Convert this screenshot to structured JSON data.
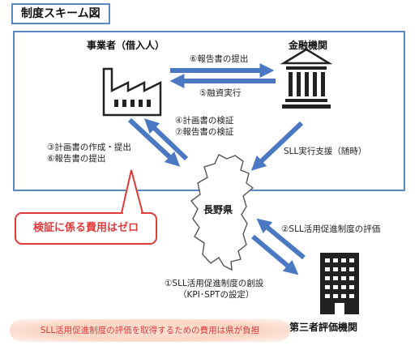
{
  "title": "制度スキーム図",
  "nodes": {
    "borrower": "事業者（借入人）",
    "bank": "金融機関",
    "prefecture": "長野県",
    "third_party": "第三者評価機関"
  },
  "flows": {
    "report_submit_to_bank": "⑥報告書の提出",
    "loan_execution": "⑤融資実行",
    "verify_plan": "④計画書の検証",
    "verify_report": "⑦報告書の検証",
    "plan_create_submit": "③計画書の作成・提出",
    "report_submit_to_pref": "⑥報告書の提出",
    "sll_support": "SLL実行支援（随時）",
    "system_evaluation": "②SLL活用促進制度の評価",
    "system_creation": "①SLL活用促進制度の創設",
    "kpi_spt": "（KPI･SPTの設定）"
  },
  "callout": "検証に係る費用はゼロ",
  "note": "SLL活用促進制度の評価を取得するための費用は県が負担",
  "colors": {
    "frame": "#5b87c5",
    "arrow": "#4a78c2",
    "callout": "#e03a3a"
  }
}
